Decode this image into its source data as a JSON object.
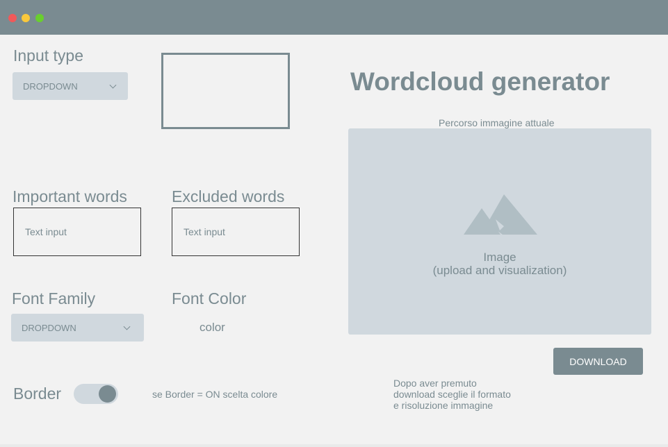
{
  "window": {
    "controls": [
      {
        "name": "close",
        "color": "#f0595a"
      },
      {
        "name": "minimize",
        "color": "#f9c83c"
      },
      {
        "name": "maximize",
        "color": "#69cf2e"
      }
    ]
  },
  "input_type": {
    "label": "Input type",
    "dropdown": "DROPDOWN"
  },
  "header": {
    "title": "Wordcloud generator"
  },
  "image": {
    "path_label": "Percorso immagine attuale",
    "placeholder_line1": "Image",
    "placeholder_line2": "(upload and visualization)",
    "icon": "image-mountains-icon"
  },
  "important_words": {
    "label": "Important words",
    "placeholder": "Text input"
  },
  "excluded_words": {
    "label": "Excluded words",
    "placeholder": "Text input"
  },
  "font_family": {
    "label": "Font Family",
    "dropdown": "DROPDOWN"
  },
  "font_color": {
    "label": "Font Color",
    "value": "color"
  },
  "border": {
    "label": "Border",
    "toggle_state": "on",
    "note": "se Border = ON scelta colore"
  },
  "download": {
    "button": "DOWNLOAD",
    "note_lines": [
      "Dopo aver premuto",
      "download sceglie il formato",
      "e risoluzione immagine"
    ]
  },
  "colors": {
    "primary": "#7a8b91",
    "light": "#d0d8de",
    "background": "#f2f2f2"
  }
}
